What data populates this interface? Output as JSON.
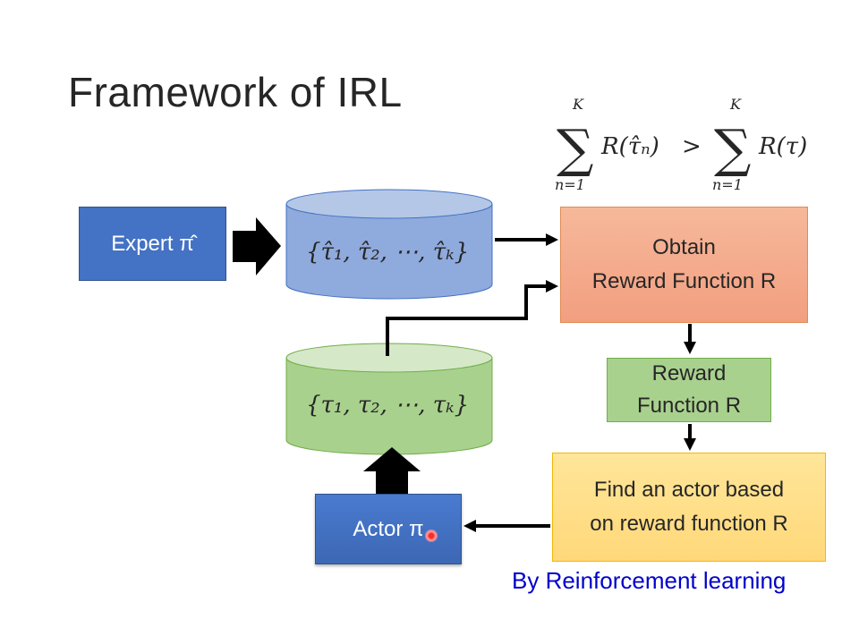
{
  "slide": {
    "title": "Framework of IRL",
    "formula": {
      "sum_upper": "K",
      "sum_lower": "n=1",
      "left_term": "R(τ̂ₙ)",
      "operator": ">",
      "right_term": "R(τ)"
    },
    "expert_label": "Expert π̂",
    "expert_traj": "{τ̂₁, τ̂₂, ⋯, τ̂ₖ}",
    "actor_traj": "{τ₁, τ₂, ⋯, τₖ}",
    "obtain_line1": "Obtain",
    "obtain_line2": "Reward Function R",
    "reward_line1": "Reward",
    "reward_line2": "Function R",
    "find_line1": "Find an actor based",
    "find_line2": "on reward function R",
    "actor_label": "Actor π",
    "caption": "By Reinforcement learning"
  },
  "colors": {
    "blue_box": "#4472c4",
    "orange_box": "#f4b183",
    "green_box": "#a9d18e",
    "yellow_box": "#ffd966",
    "expert_cylinder": "#8faadc",
    "actor_cylinder": "#a9d18e",
    "caption": "#0000cc"
  }
}
